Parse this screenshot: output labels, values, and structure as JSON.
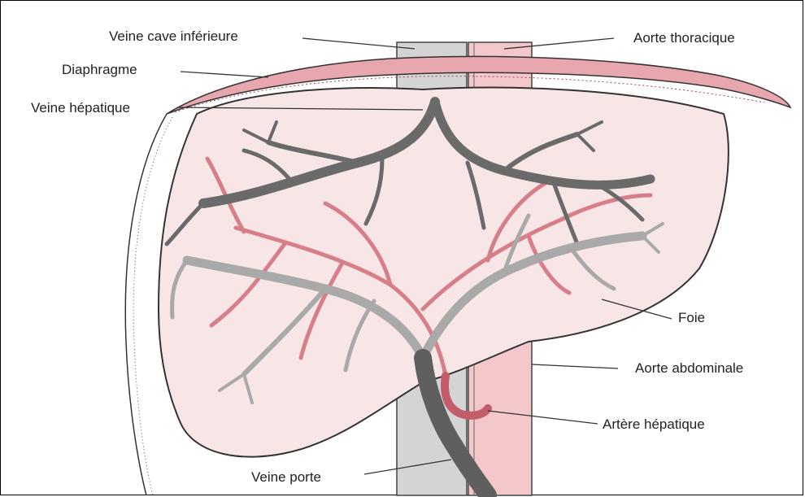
{
  "diagram": {
    "labels": {
      "veine_cave_inferieure": "Veine cave inférieure",
      "aorte_thoracique": "Aorte thoracique",
      "diaphragme": "Diaphragme",
      "veine_hepatique": "Veine hépatique",
      "foie": "Foie",
      "aorte_abdominale": "Aorte abdominale",
      "artere_hepatique": "Artère hépatique",
      "veine_porte": "Veine porte"
    },
    "colors": {
      "liver_fill": "#f8e6e7",
      "aorta_fill": "#f4c7cb",
      "vena_cava_fill": "#d4d4d4",
      "diaphragm_fill": "#e8a6ae",
      "vein_dark": "#6a6a6a",
      "vein_light": "#a9a9a9",
      "artery": "#d67f89",
      "outline": "#333333"
    }
  }
}
